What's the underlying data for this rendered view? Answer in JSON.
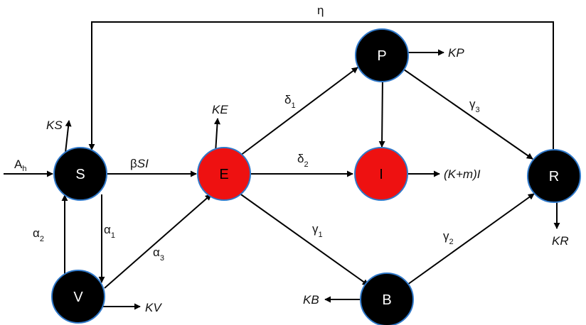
{
  "colors": {
    "black_node": "#000000",
    "red_node": "#ee1111",
    "node_stroke": "#2f78c9",
    "edge": "#000000",
    "label_white": "#ffffff"
  },
  "nodes": {
    "S": {
      "label": "S",
      "fill": "black"
    },
    "V": {
      "label": "V",
      "fill": "black"
    },
    "E": {
      "label": "E",
      "fill": "red"
    },
    "P": {
      "label": "P",
      "fill": "black"
    },
    "I": {
      "label": "I",
      "fill": "red"
    },
    "B": {
      "label": "B",
      "fill": "black"
    },
    "R": {
      "label": "R",
      "fill": "black"
    }
  },
  "edge_labels": {
    "eta": "η",
    "recruit_main": "A",
    "recruit_sub": "h",
    "infection_main": "β",
    "infection_it": "SI",
    "alpha1_main": "α",
    "alpha1_sub": "1",
    "alpha2_main": "α",
    "alpha2_sub": "2",
    "alpha3_main": "α",
    "alpha3_sub": "3",
    "delta1_main": "δ",
    "delta1_sub": "1",
    "delta2_main": "δ",
    "delta2_sub": "2",
    "gamma1_main": "γ",
    "gamma1_sub": "1",
    "gamma2_main": "γ",
    "gamma2_sub": "2",
    "gamma3_main": "γ",
    "gamma3_sub": "3"
  },
  "outflows": {
    "KS": "KS",
    "KE": "KE",
    "KP": "KP",
    "KI": "(K+m)I",
    "KR": "KR",
    "KV": "KV",
    "KB": "KB"
  }
}
